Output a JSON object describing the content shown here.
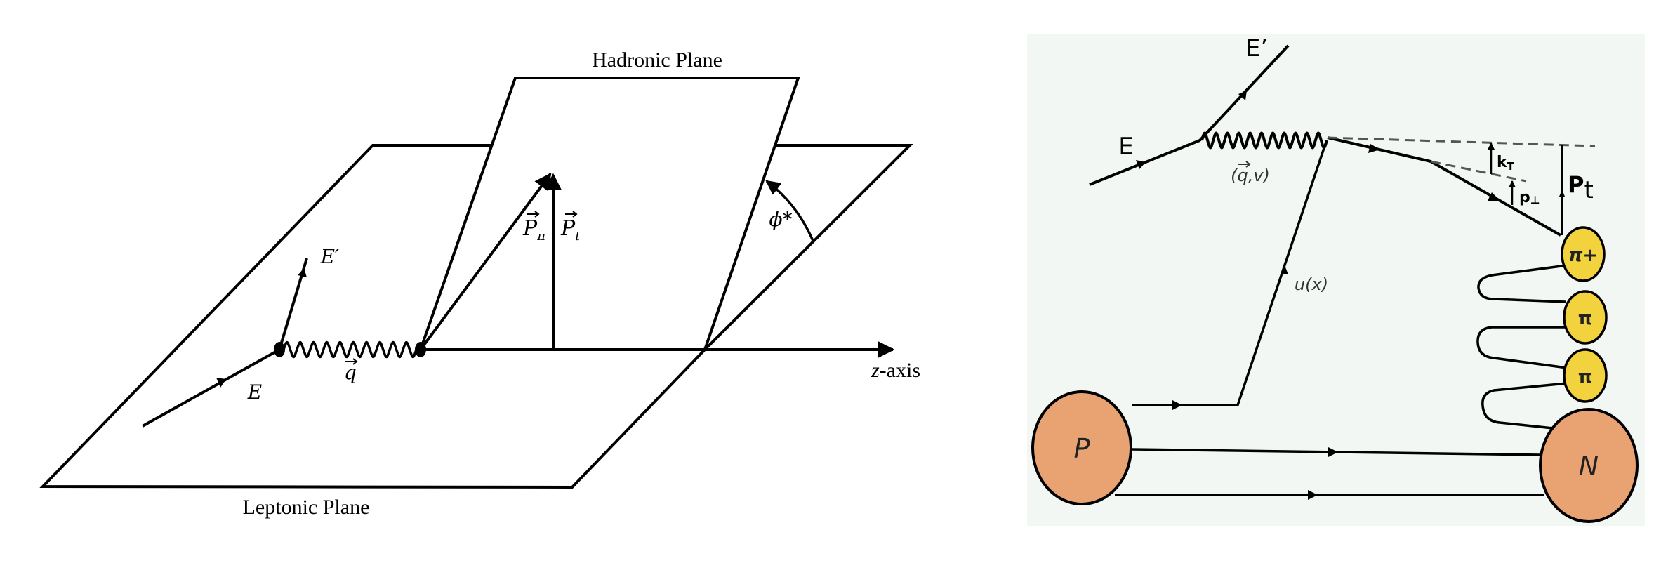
{
  "left_diagram": {
    "hadronic_plane_label": "Hadronic Plane",
    "leptonic_plane_label": "Leptonic Plane",
    "z_axis_label_var": "z",
    "z_axis_label_rest": "-axis",
    "incoming_lepton": "E",
    "outgoing_lepton": "E′",
    "photon": "q",
    "pion_momentum": {
      "base": "P",
      "sub": "π"
    },
    "transverse_momentum": {
      "base": "P",
      "sub": "t"
    },
    "azimuthal_angle": "ϕ*"
  },
  "right_diagram": {
    "incoming_lepton": "E",
    "outgoing_lepton": "E’",
    "photon": "(q,v)",
    "quark": "u(x)",
    "kT": {
      "base": "k",
      "sub": "T"
    },
    "p_perp": {
      "base": "p",
      "sub": "⊥"
    },
    "Pt": {
      "base": "P",
      "sub": "t"
    },
    "proton": "P",
    "remnant": "N",
    "pions": [
      "π+",
      "π",
      "π"
    ],
    "colors": {
      "panel_bg": "#f3f7f4",
      "nucleon": "#e9a373",
      "pion": "#f2d33d"
    }
  }
}
